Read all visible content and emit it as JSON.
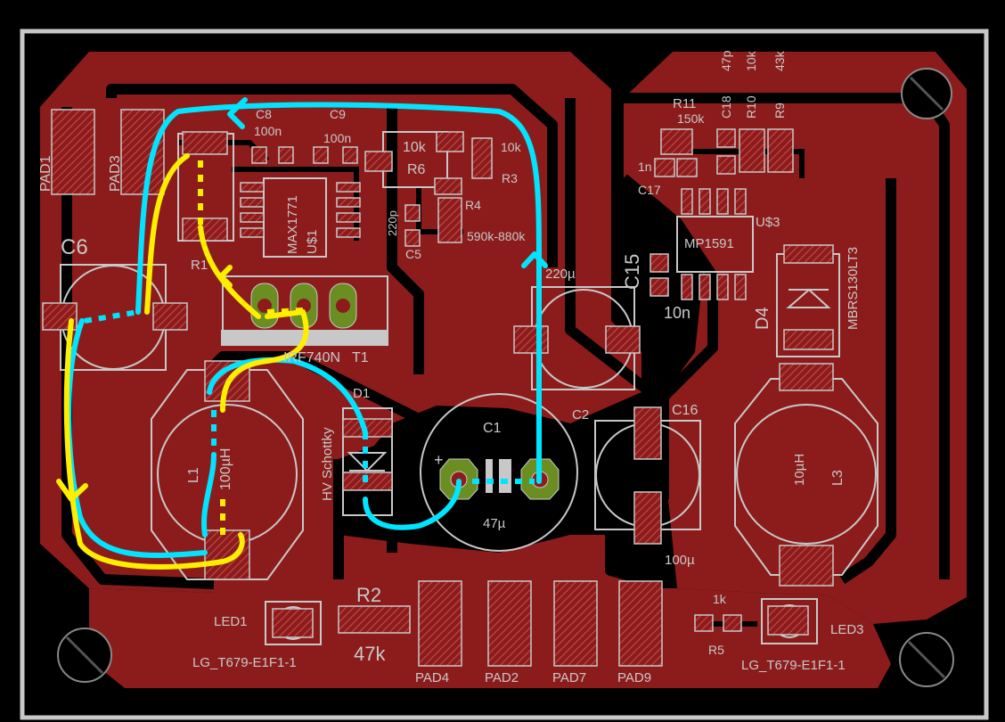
{
  "colors": {
    "background": "#000000",
    "copper": "#8c1c1c",
    "silkscreen": "#c8c8c8",
    "pad_hatch": "#b03030",
    "via_green": "#6b8e23",
    "route_cyan": "#00e5ff",
    "route_yellow": "#ffee00"
  },
  "labels": {
    "pad1": "PAD1",
    "pad3": "PAD3",
    "c6": "C6",
    "c8": "C8",
    "c8_val": "100n",
    "c9": "C9",
    "c9_val": "100n",
    "r6_val": "10k",
    "r6": "R6",
    "r3_val": "10k",
    "r3": "R3",
    "r4": "R4",
    "r4_val": "590k-880k",
    "max": "MAX1771",
    "u1": "U$1",
    "c5_val": "220p",
    "c5": "C5",
    "r1": "R1",
    "t1_part": "IRF740N",
    "t1": "T1",
    "d1": "D1",
    "hv": "HV Schottky",
    "l1": "L1",
    "l1_val": "100µH",
    "c1": "C1",
    "c1_plus": "+",
    "c1_val": "47µ",
    "c2": "C2",
    "c15": "C15",
    "c15_val": "220µ",
    "c15_10n": "10n",
    "c16": "C16",
    "c16_val": "100µ",
    "r11": "R11",
    "r11_val": "150k",
    "c18": "C18",
    "c18_val": "47p",
    "r10": "R10",
    "r10_val": "10k",
    "r9": "R9",
    "r9_val": "43k",
    "c17_val": "1n",
    "c17": "C17",
    "u3": "U$3",
    "mp": "MP1591",
    "d4": "D4",
    "mbrs": "MBRS130LT3",
    "l3": "L3",
    "l3_val": "10µH",
    "r2": "R2",
    "r2_val": "47k",
    "led1": "LED1",
    "led1_part": "LG_T679-E1F1-1",
    "pad4": "PAD4",
    "pad2": "PAD2",
    "pad7": "PAD7",
    "pad9": "PAD9",
    "r5_val": "1k",
    "r5": "R5",
    "led3": "LED3",
    "led3_part": "LG_T679-E1F1-1"
  }
}
